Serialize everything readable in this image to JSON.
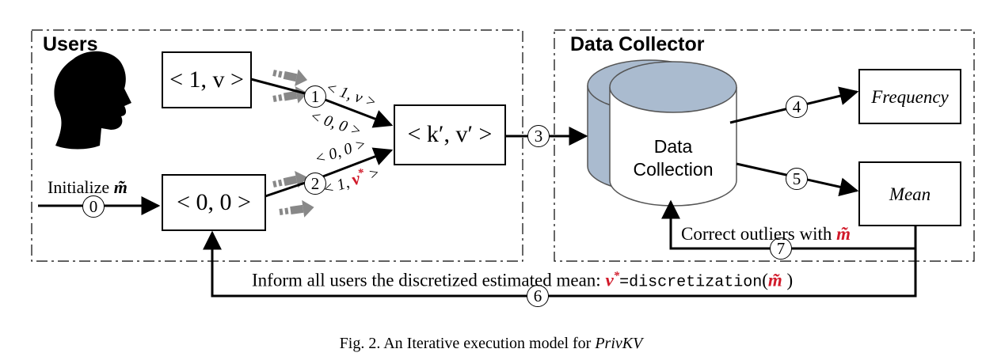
{
  "sections": {
    "users": "Users",
    "collector": "Data Collector"
  },
  "boxes": {
    "one_v": "< 1, v >",
    "zero_zero": "< 0, 0 >",
    "kv_prime": "< k′, v′ >",
    "frequency": "Frequency",
    "mean": "Mean"
  },
  "cylinder": {
    "line1": "Data",
    "line2": "Collection"
  },
  "steps": [
    "0",
    "1",
    "2",
    "3",
    "4",
    "5",
    "6",
    "7"
  ],
  "edge_labels": {
    "s1_top": "< 1, v >",
    "s1_bottom": "< 0, 0 >",
    "s2_top": "< 0, 0 >",
    "s2_bottom_prefix": "< 1, ",
    "s2_bottom_var": "v",
    "s2_bottom_star": "*",
    "s2_bottom_suffix": " >"
  },
  "initialize": {
    "text": "Initialize ",
    "var": "m̃"
  },
  "correct": {
    "text": "Correct outliers with ",
    "var": "m̃"
  },
  "inform": {
    "prefix": "Inform all users the discretized estimated mean: ",
    "var": "v",
    "star": "*",
    "eq": "=",
    "func": "discretization",
    "open": "(",
    "arg": "m̃",
    "close": " )"
  },
  "caption": {
    "fig": "Fig. 2.  An Iterative execution model for ",
    "name": "PrivKV"
  },
  "colors": {
    "accent": "#d11a2a",
    "arrow_gray": "#888888",
    "cylinder": "#aabbcf"
  }
}
